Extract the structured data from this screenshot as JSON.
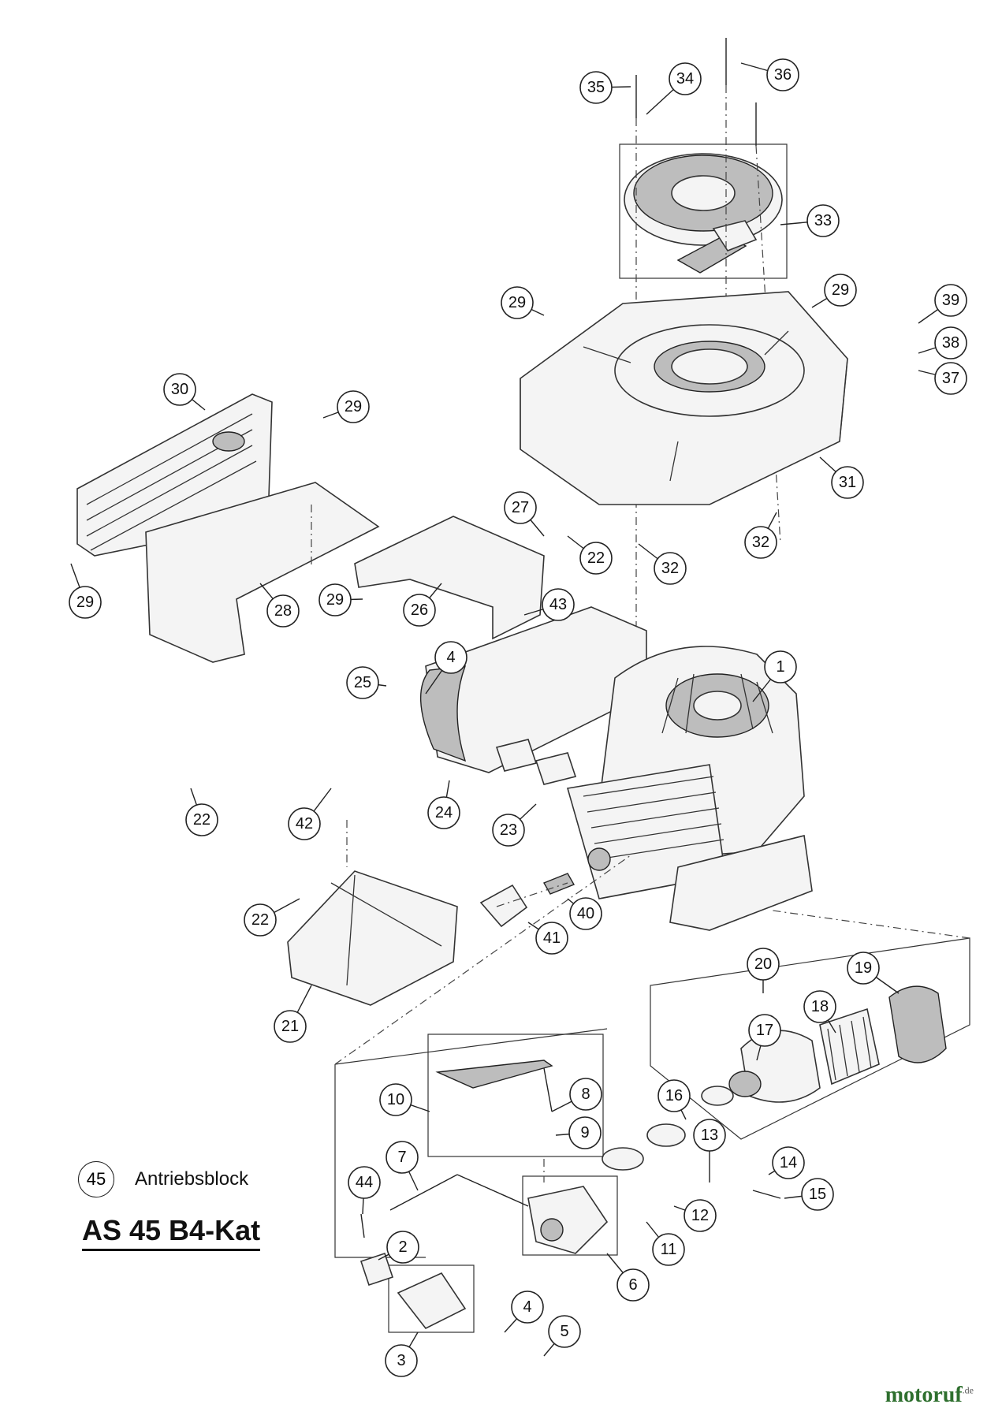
{
  "legend": {
    "number": "45",
    "label": "Antriebsblock"
  },
  "model": "AS 45 B4-Kat",
  "watermark": {
    "brand": "motoruf",
    "tld": ".de"
  },
  "callouts": [
    {
      "id": "c1",
      "label": "1"
    },
    {
      "id": "c2",
      "label": "2"
    },
    {
      "id": "c3",
      "label": "3"
    },
    {
      "id": "c4a",
      "label": "4"
    },
    {
      "id": "c4b",
      "label": "4"
    },
    {
      "id": "c5",
      "label": "5"
    },
    {
      "id": "c6",
      "label": "6"
    },
    {
      "id": "c7",
      "label": "7"
    },
    {
      "id": "c8",
      "label": "8"
    },
    {
      "id": "c9",
      "label": "9"
    },
    {
      "id": "c10",
      "label": "10"
    },
    {
      "id": "c11",
      "label": "11"
    },
    {
      "id": "c12",
      "label": "12"
    },
    {
      "id": "c13",
      "label": "13"
    },
    {
      "id": "c14",
      "label": "14"
    },
    {
      "id": "c15",
      "label": "15"
    },
    {
      "id": "c16",
      "label": "16"
    },
    {
      "id": "c17",
      "label": "17"
    },
    {
      "id": "c18",
      "label": "18"
    },
    {
      "id": "c19",
      "label": "19"
    },
    {
      "id": "c20",
      "label": "20"
    },
    {
      "id": "c21",
      "label": "21"
    },
    {
      "id": "c22a",
      "label": "22"
    },
    {
      "id": "c22b",
      "label": "22"
    },
    {
      "id": "c22c",
      "label": "22"
    },
    {
      "id": "c23",
      "label": "23"
    },
    {
      "id": "c24",
      "label": "24"
    },
    {
      "id": "c25",
      "label": "25"
    },
    {
      "id": "c26",
      "label": "26"
    },
    {
      "id": "c27",
      "label": "27"
    },
    {
      "id": "c28",
      "label": "28"
    },
    {
      "id": "c29a",
      "label": "29"
    },
    {
      "id": "c29b",
      "label": "29"
    },
    {
      "id": "c29c",
      "label": "29"
    },
    {
      "id": "c29d",
      "label": "29"
    },
    {
      "id": "c29e",
      "label": "29"
    },
    {
      "id": "c30",
      "label": "30"
    },
    {
      "id": "c31",
      "label": "31"
    },
    {
      "id": "c32a",
      "label": "32"
    },
    {
      "id": "c32b",
      "label": "32"
    },
    {
      "id": "c33",
      "label": "33"
    },
    {
      "id": "c34",
      "label": "34"
    },
    {
      "id": "c35",
      "label": "35"
    },
    {
      "id": "c36",
      "label": "36"
    },
    {
      "id": "c37",
      "label": "37"
    },
    {
      "id": "c38",
      "label": "38"
    },
    {
      "id": "c39",
      "label": "39"
    },
    {
      "id": "c40",
      "label": "40"
    },
    {
      "id": "c41",
      "label": "41"
    },
    {
      "id": "c42",
      "label": "42"
    },
    {
      "id": "c43",
      "label": "43"
    },
    {
      "id": "c44",
      "label": "44"
    }
  ]
}
